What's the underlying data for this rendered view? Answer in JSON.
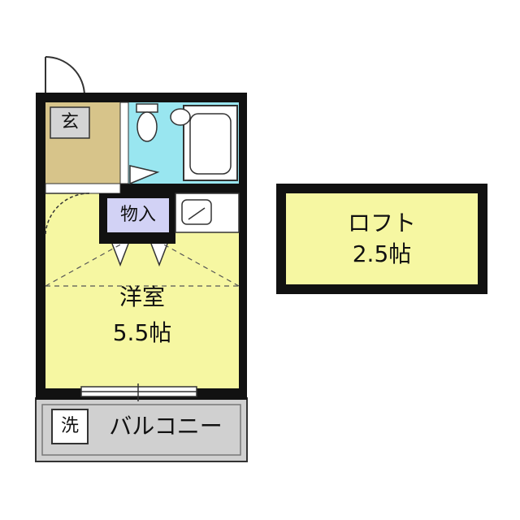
{
  "rooms": {
    "genkan": {
      "label": "玄",
      "fill": "#d7c48a"
    },
    "closet": {
      "label": "物入",
      "fill": "#d2d2f5"
    },
    "bathroom": {
      "fill": "#99e6f0"
    },
    "western_room": {
      "name": "洋室",
      "size": "5.5帖",
      "fill": "#f6f7a2"
    },
    "balcony": {
      "label": "バルコニー",
      "fill": "#d0d0d0"
    },
    "washer": {
      "label": "洗"
    },
    "loft": {
      "name": "ロフト",
      "size": "2.5帖",
      "fill": "#f6f7a2"
    }
  },
  "colors": {
    "wall": "#111111",
    "line": "#333333"
  }
}
